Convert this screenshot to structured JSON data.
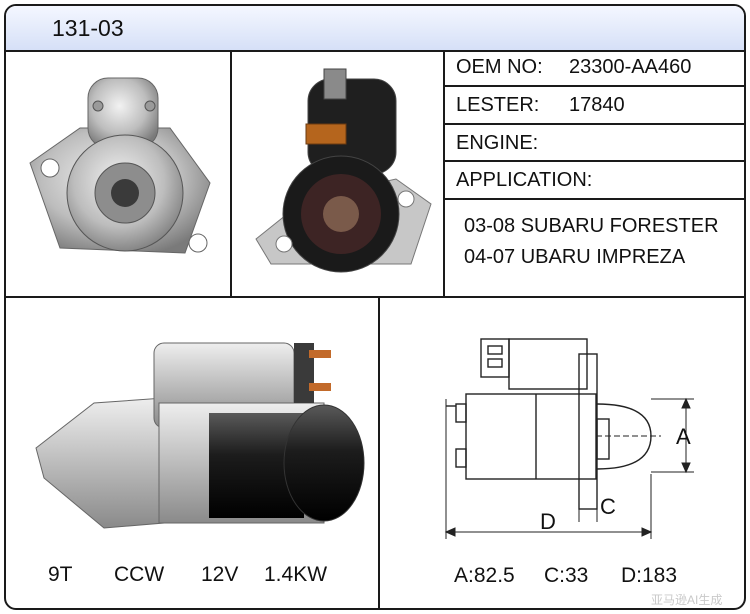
{
  "header": {
    "code": "131-03"
  },
  "info": {
    "oem_label": "OEM NO:",
    "oem_value": "23300-AA460",
    "lester_label": "LESTER:",
    "lester_value": "17840",
    "engine_label": "ENGINE:",
    "application_label": "APPLICATION:",
    "applications": [
      "03-08 SUBARU FORESTER",
      "04-07 UBARU IMPREZA"
    ]
  },
  "specs": {
    "teeth": "9T",
    "rotation": "CCW",
    "voltage": "12V",
    "power": "1.4KW"
  },
  "dimensions": {
    "a": "A:82.5",
    "c": "C:33",
    "d": "D:183"
  },
  "drawing_labels": {
    "a": "A",
    "c": "C",
    "d": "D"
  },
  "watermark": "亚马逊AI生成",
  "colors": {
    "header_bg": "#d6e0f7",
    "border": "#1a1a1a"
  }
}
